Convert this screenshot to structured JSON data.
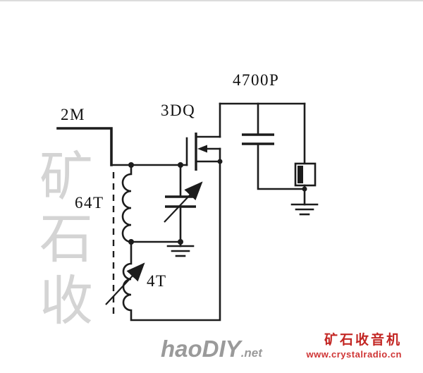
{
  "schematic": {
    "antenna_label": "2M",
    "transistor_label": "3DQ",
    "capacitor_label": "4700P",
    "primary_coil_label": "64T",
    "feedback_coil_label": "4T"
  },
  "watermarks": {
    "side_text": "矿石收",
    "logo_text": "haoDIY",
    "logo_suffix": ".net",
    "brand_name": "矿石收音机",
    "brand_url": "www.crystalradio.cn"
  },
  "colors": {
    "line": "#1c1c1c",
    "watermark-gray": "#d4d4d4",
    "logo-gray": "#9a9a9a",
    "brand-red": "#c32724"
  }
}
